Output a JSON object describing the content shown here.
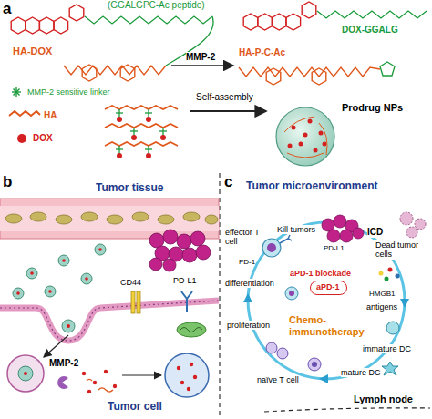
{
  "diagram": {
    "nodes": [
      {
        "text": [
          "aPD-1"
        ]
      }
    ],
    "labels": [
      "a",
      "(GGALGPC-Ac peptide)",
      "HA-DOX",
      "MMP-2",
      "DOX-GGALG",
      "HA-P-C-Ac",
      "Self-assembly",
      "Prodrug NPs",
      "b",
      "Tumor tissue",
      "CD44",
      "PD-L1",
      "MMP-2",
      "Tumor cell",
      "c",
      "Tumor microenvironment",
      "effector T cell",
      "Kill tumors",
      "PD-L1",
      "PD-1",
      "ICD",
      "Dead tumor cells",
      "aPD-1 blockade",
      "differentiation",
      "HMGB1",
      "antigens",
      "proliferation",
      "Chemo-immunotherapy",
      "immature DC",
      "naïve T cell",
      "mature DC",
      "Lymph node"
    ],
    "legend": [
      {
        "text": "MMP-2 sensitive linker"
      },
      {
        "text": "HA"
      },
      {
        "text": "DOX"
      }
    ]
  }
}
